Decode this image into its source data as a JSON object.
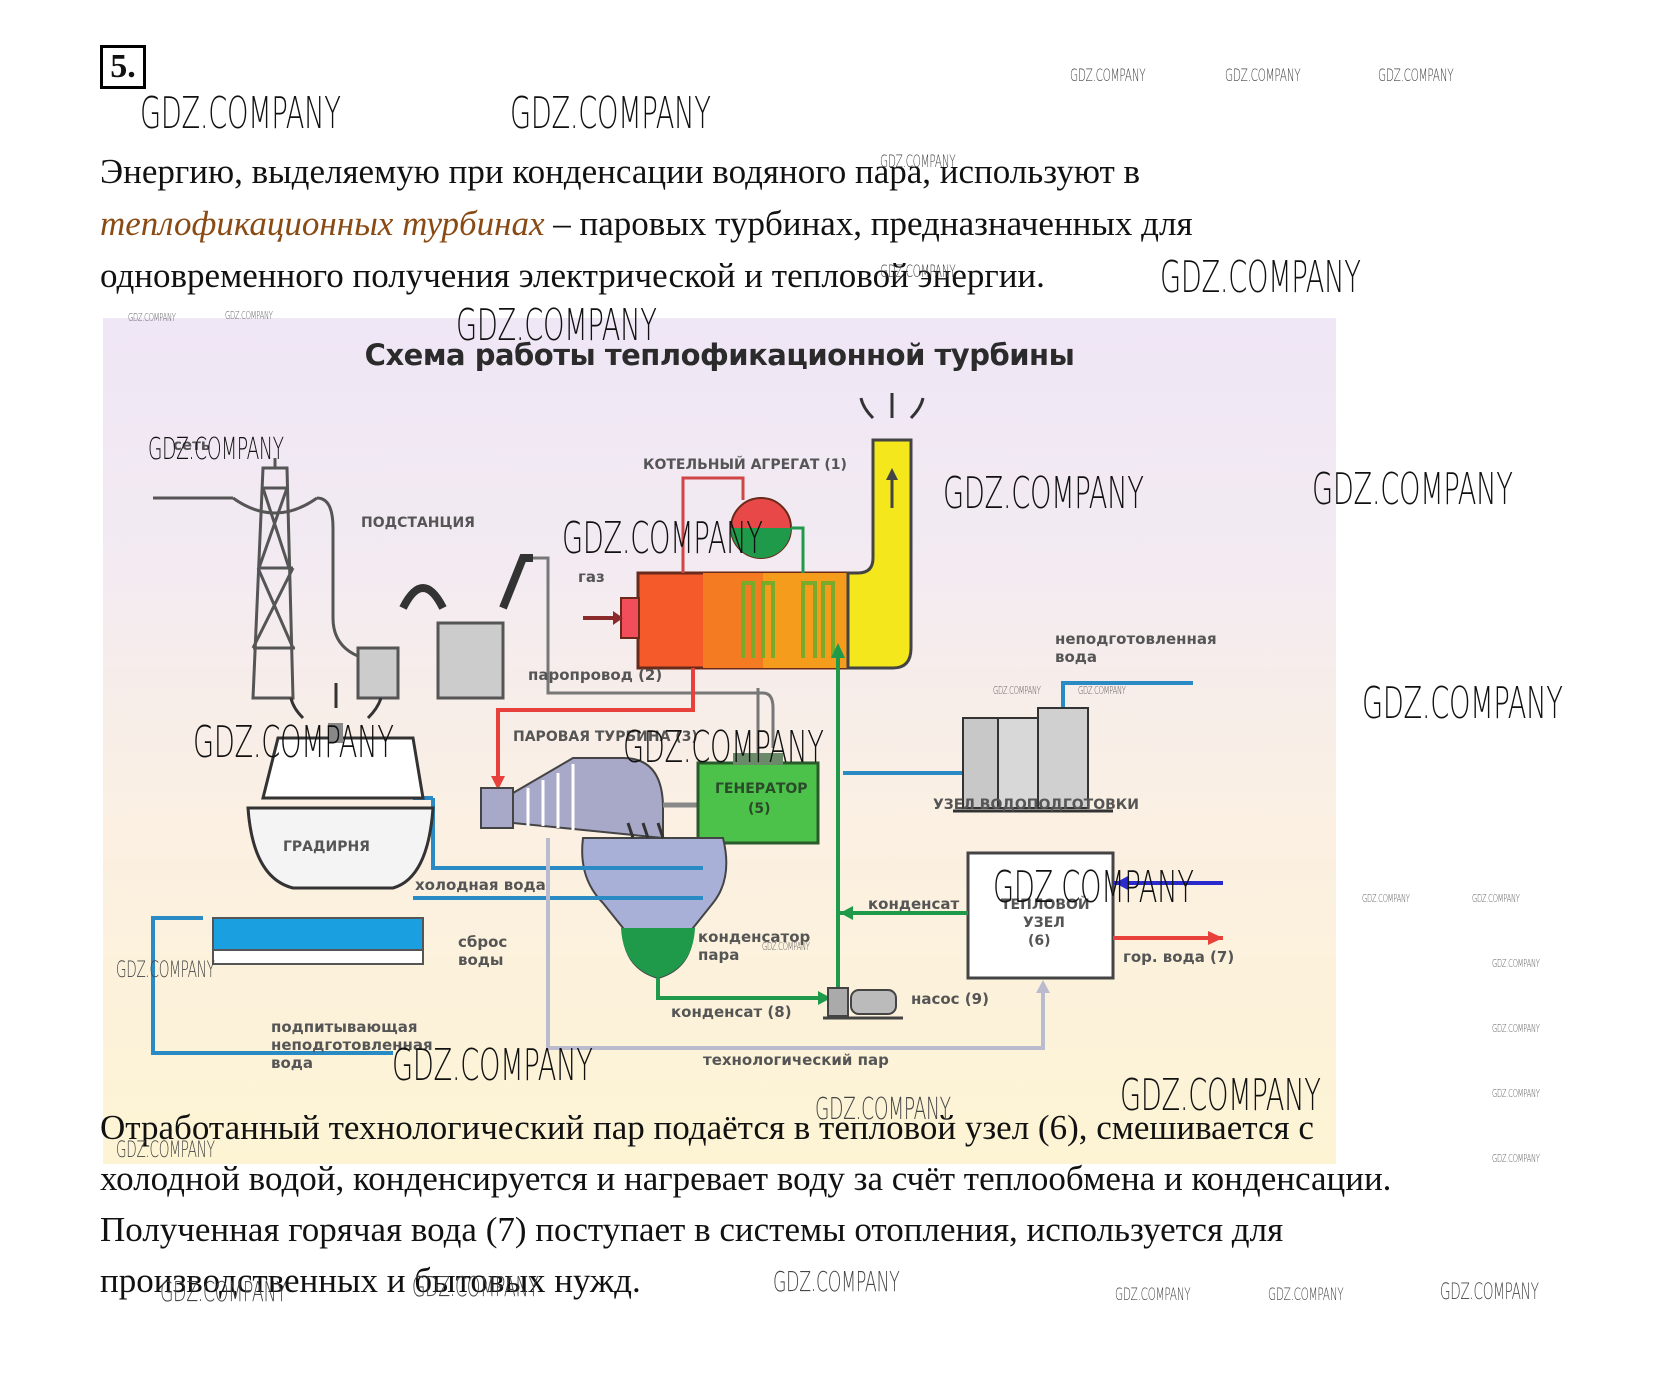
{
  "task_number": "5.",
  "intro": {
    "line1": "Энергию, выделяемую при конденсации водяного пара, используют в",
    "line2_term": "теплофикационных турбинах",
    "line2_rest": " – паровых турбинах, предназначенных для",
    "line3": "одновременного получения электрической и тепловой энергии."
  },
  "diagram": {
    "title": "Схема работы теплофикационной турбины",
    "labels": {
      "grid": "сеть",
      "substation": "ПОДСТАНЦИЯ",
      "boiler": "КОТЕЛЬНЫЙ АГРЕГАТ (1)",
      "gas": "газ",
      "steam_line": "паропровод (2)",
      "steam_turbine": "ПАРОВАЯ ТУРБИНА (3)",
      "generator_line1": "ГЕНЕРАТОР",
      "generator_line2": "(5)",
      "raw_water_line1": "неподготовленная",
      "raw_water_line2": "вода",
      "water_treatment": "УЗЕЛ ВОДОПОДГОТОВКИ",
      "cooling_tower": "ГРАДИРНЯ",
      "cold_water": "холодная вода",
      "water_discharge_line1": "сброс",
      "water_discharge_line2": "воды",
      "condensate_top": "конденсат",
      "heat_node_line1": "ТЕПЛОВОЙ",
      "heat_node_line2": "УЗЕЛ",
      "heat_node_line3": "(6)",
      "hot_water": "гор. вода (7)",
      "steam_condenser_line1": "конденсатор",
      "steam_condenser_line2": "пара",
      "condensate_bottom": "конденсат (8)",
      "pump": "насос (9)",
      "makeup_line1": "подпитывающая",
      "makeup_line2": "неподготовленная",
      "makeup_line3": "вода",
      "process_steam": "технологический пар"
    },
    "colors": {
      "steam": "#e8403a",
      "cold_water": "#2a8ac4",
      "condensate": "#1f9a4a",
      "network_water": "#2a2acc",
      "flue": "#f4e81c",
      "generator": "#4cc24a"
    }
  },
  "outro": {
    "line1": "Отработанный технологический пар подаётся в тепловой узел (6), смешивается с",
    "line2": "холодной водой, конденсируется и нагревает воду за счёт теплообмена и конденсации.",
    "line3": "Полученная горячая вода (7) поступает в системы отопления, используется для",
    "line4": "производственных и бытовых нужд."
  },
  "watermark": "GDZ.COMPANY"
}
